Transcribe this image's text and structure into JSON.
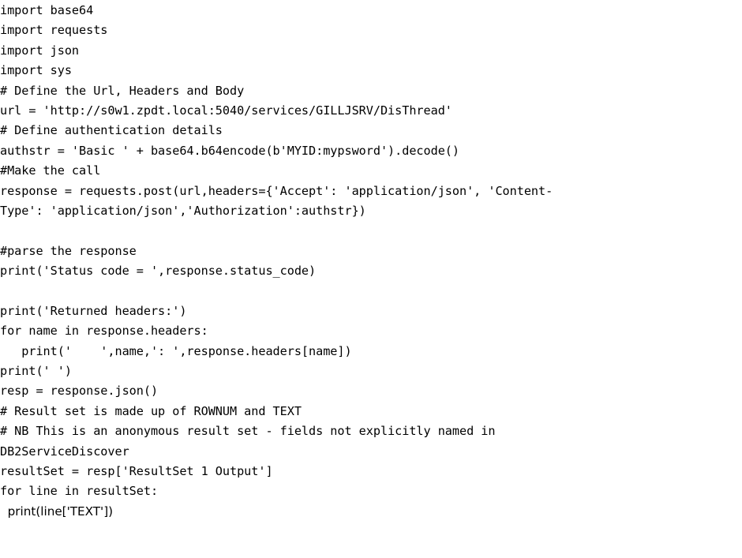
{
  "document": {
    "lines": [
      "import base64",
      "import requests",
      "import json",
      "import sys",
      "# Define the Url, Headers and Body",
      "url = 'http://s0w1.zpdt.local:5040/services/GILLJSRV/DisThread'",
      "# Define authentication details",
      "authstr = 'Basic ' + base64.b64encode(b'MYID:mypsword').decode()",
      "#Make the call",
      "response = requests.post(url,headers={'Accept': 'application/json', 'Content-",
      "Type': 'application/json','Authorization':authstr})",
      "",
      "#parse the response",
      "print('Status code = ',response.status_code)",
      "",
      "print('Returned headers:')",
      "for name in response.headers:",
      "   print('    ',name,': ',response.headers[name])",
      "print(' ')",
      "resp = response.json()",
      "# Result set is made up of ROWNUM and TEXT",
      "# NB This is an anonymous result set - fields not explicitly named in",
      "DB2ServiceDiscover",
      "resultSet = resp['ResultSet 1 Output']",
      "for line in resultSet:",
      "  print(line['TEXT'])"
    ]
  }
}
